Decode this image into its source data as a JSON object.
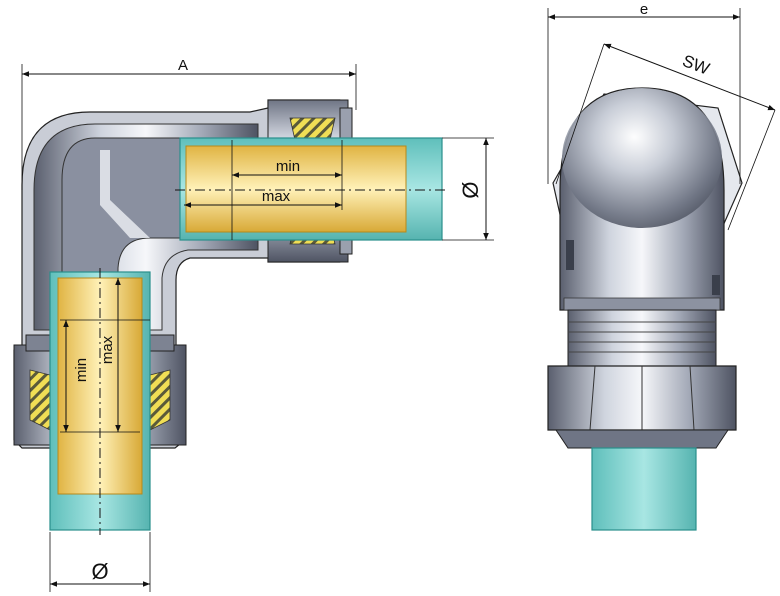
{
  "drawing": {
    "labels": {
      "A": "A",
      "e": "e",
      "sw": "SW",
      "diameter_side": "Ø",
      "diameter_bottom": "Ø",
      "min_horizontal": "min",
      "max_horizontal": "max",
      "min_vertical": "min",
      "max_vertical": "max"
    },
    "colors": {
      "background": "#ffffff",
      "metal_dark": "#5b6170",
      "metal_light": "#e7eaf0",
      "pipe": "#7fd3cf",
      "pipe_edge": "#2a8f8c",
      "insert": "#f3d36f",
      "insert_edge": "#b6891b",
      "seal": "#f2e35e",
      "line": "#111111"
    }
  }
}
